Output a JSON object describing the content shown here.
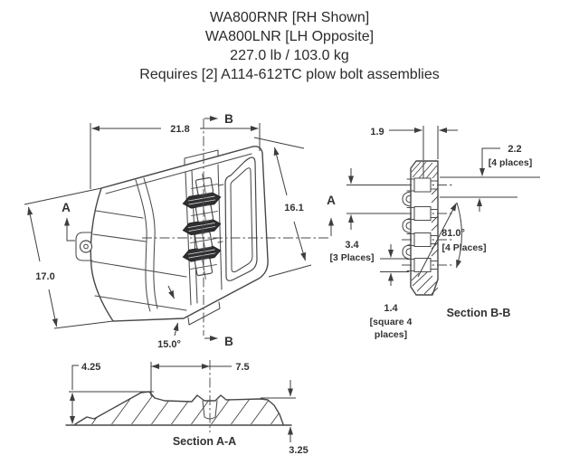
{
  "title": {
    "line1": "WA800RNR [RH Shown]",
    "line2": "WA800LNR [LH Opposite]",
    "line3": "227.0 lb / 103.0 kg",
    "line4": "Requires [2] A114-612TC plow bolt assemblies"
  },
  "front_view": {
    "dim_width": "21.8",
    "dim_height": "17.0",
    "dim_right": "16.1",
    "dim_angle": "15.0°",
    "marker_a": "A",
    "marker_b": "B"
  },
  "section_bb": {
    "label": "Section B-B",
    "dim_thickness": "1.9",
    "dim_tab": "2.2",
    "note_tab": "[4 places]",
    "dim_pitch": "3.4",
    "note_pitch": "[3 Places]",
    "dim_square": "1.4",
    "note_square_1": "[square 4",
    "note_square_2": "places]",
    "dim_angle": "81.0°",
    "note_angle": "[4 Places]"
  },
  "section_aa": {
    "label": "Section A-A",
    "dim_left_height": "4.25",
    "dim_width": "7.5",
    "dim_right_height": "3.25"
  },
  "colors": {
    "line": "#47474a",
    "dimension": "#3e3e41",
    "text": "#323235",
    "tooth_fill": "#2f2f31"
  }
}
